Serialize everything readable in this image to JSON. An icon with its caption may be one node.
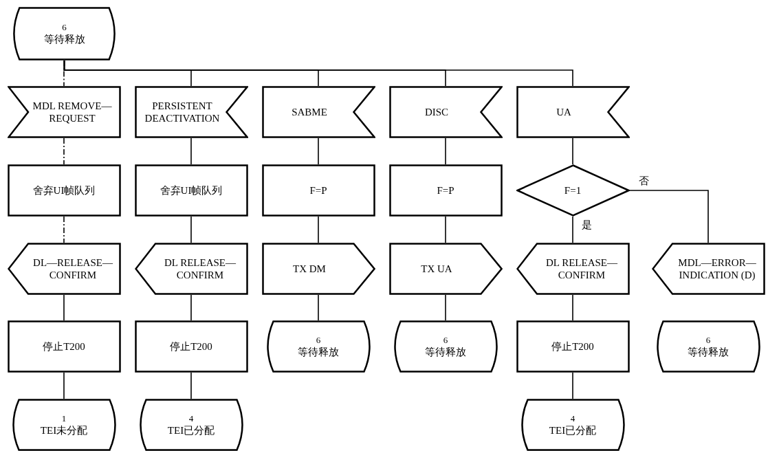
{
  "diagram": {
    "nodes": [
      {
        "text": [
          "6",
          "等待释放"
        ]
      },
      {
        "text": [
          "MDL REMOVE—REQUEST"
        ]
      },
      {
        "text": [
          "舍弃UI帧队列"
        ]
      },
      {
        "text": [
          "DL—RELEASE—CONFIRM"
        ]
      },
      {
        "text": [
          "停止T200"
        ]
      },
      {
        "text": [
          "1",
          "TEI未分配"
        ]
      },
      {
        "text": [
          "PERSISTENT DEACTIVATION"
        ]
      },
      {
        "text": [
          "舍弃UI帧队列"
        ]
      },
      {
        "text": [
          "DL RELEASE—CONFIRM"
        ]
      },
      {
        "text": [
          "停止T200"
        ]
      },
      {
        "text": [
          "4",
          "TEI已分配"
        ]
      },
      {
        "text": [
          "SABME"
        ]
      },
      {
        "text": [
          "F=P"
        ]
      },
      {
        "text": [
          "TX DM"
        ]
      },
      {
        "text": [
          "6",
          "等待释放"
        ]
      },
      {
        "text": [
          "DISC"
        ]
      },
      {
        "text": [
          "F=P"
        ]
      },
      {
        "text": [
          "TX UA"
        ]
      },
      {
        "text": [
          "6",
          "等待释放"
        ]
      },
      {
        "text": [
          "UA"
        ]
      },
      {
        "text": [
          "F=1"
        ]
      },
      {
        "text": [
          "DL RELEASE—CONFIRM"
        ]
      },
      {
        "text": [
          "停止T200"
        ]
      },
      {
        "text": [
          "4",
          "TEI已分配"
        ]
      },
      {
        "text": [
          "MDL—ERROR—INDICATION (D)"
        ]
      },
      {
        "text": [
          "6",
          "等待释放"
        ]
      }
    ],
    "edges": [
      {
        "from": 0,
        "to": 1,
        "arrow": "none",
        "style": "dashed"
      },
      {
        "from": 0,
        "to": 6,
        "arrow": "none"
      },
      {
        "from": 0,
        "to": 11,
        "arrow": "none"
      },
      {
        "from": 0,
        "to": 15,
        "arrow": "none"
      },
      {
        "from": 0,
        "to": 19,
        "arrow": "none"
      },
      {
        "from": 1,
        "to": 2,
        "arrow": "none",
        "style": "dashed"
      },
      {
        "from": 2,
        "to": 3,
        "arrow": "none",
        "style": "dashed"
      },
      {
        "from": 3,
        "to": 4,
        "arrow": "none"
      },
      {
        "from": 4,
        "to": 5,
        "arrow": "none"
      },
      {
        "from": 6,
        "to": 7,
        "arrow": "none"
      },
      {
        "from": 7,
        "to": 8,
        "arrow": "none"
      },
      {
        "from": 8,
        "to": 9,
        "arrow": "none"
      },
      {
        "from": 9,
        "to": 10,
        "arrow": "none"
      },
      {
        "from": 11,
        "to": 12,
        "arrow": "none"
      },
      {
        "from": 12,
        "to": 13,
        "arrow": "none"
      },
      {
        "from": 13,
        "to": 14,
        "arrow": "none"
      },
      {
        "from": 15,
        "to": 16,
        "arrow": "none"
      },
      {
        "from": 16,
        "to": 17,
        "arrow": "none"
      },
      {
        "from": 17,
        "to": 18,
        "arrow": "none"
      },
      {
        "from": 19,
        "to": 20,
        "arrow": "none"
      },
      {
        "from": 20,
        "to": 21,
        "arrow": "none",
        "label": "是"
      },
      {
        "from": 20,
        "to": 24,
        "arrow": "none",
        "label": "否"
      },
      {
        "from": 21,
        "to": 22,
        "arrow": "none"
      },
      {
        "from": 22,
        "to": 23,
        "arrow": "none"
      }
    ]
  }
}
